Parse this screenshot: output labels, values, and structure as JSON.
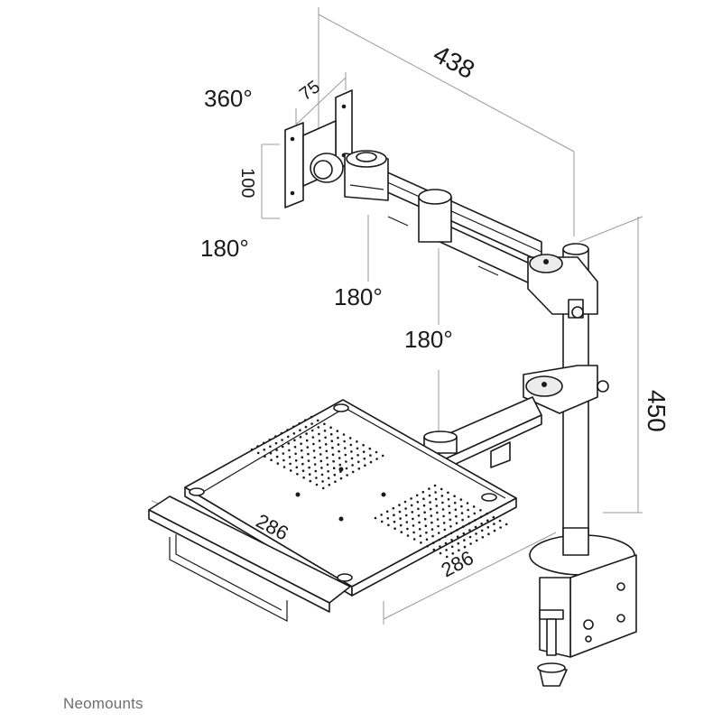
{
  "dimensions": {
    "arm_reach": "438",
    "pole_height": "450",
    "vesa_width": "75",
    "vesa_height": "100",
    "tray_depth": "286",
    "tray_width": "286"
  },
  "rotations": {
    "screen_rotation": "360°",
    "tilt": "180°",
    "arm_joint_upper": "180°",
    "arm_joint_lower": "180°"
  },
  "brand": {
    "name": "Neomounts"
  }
}
